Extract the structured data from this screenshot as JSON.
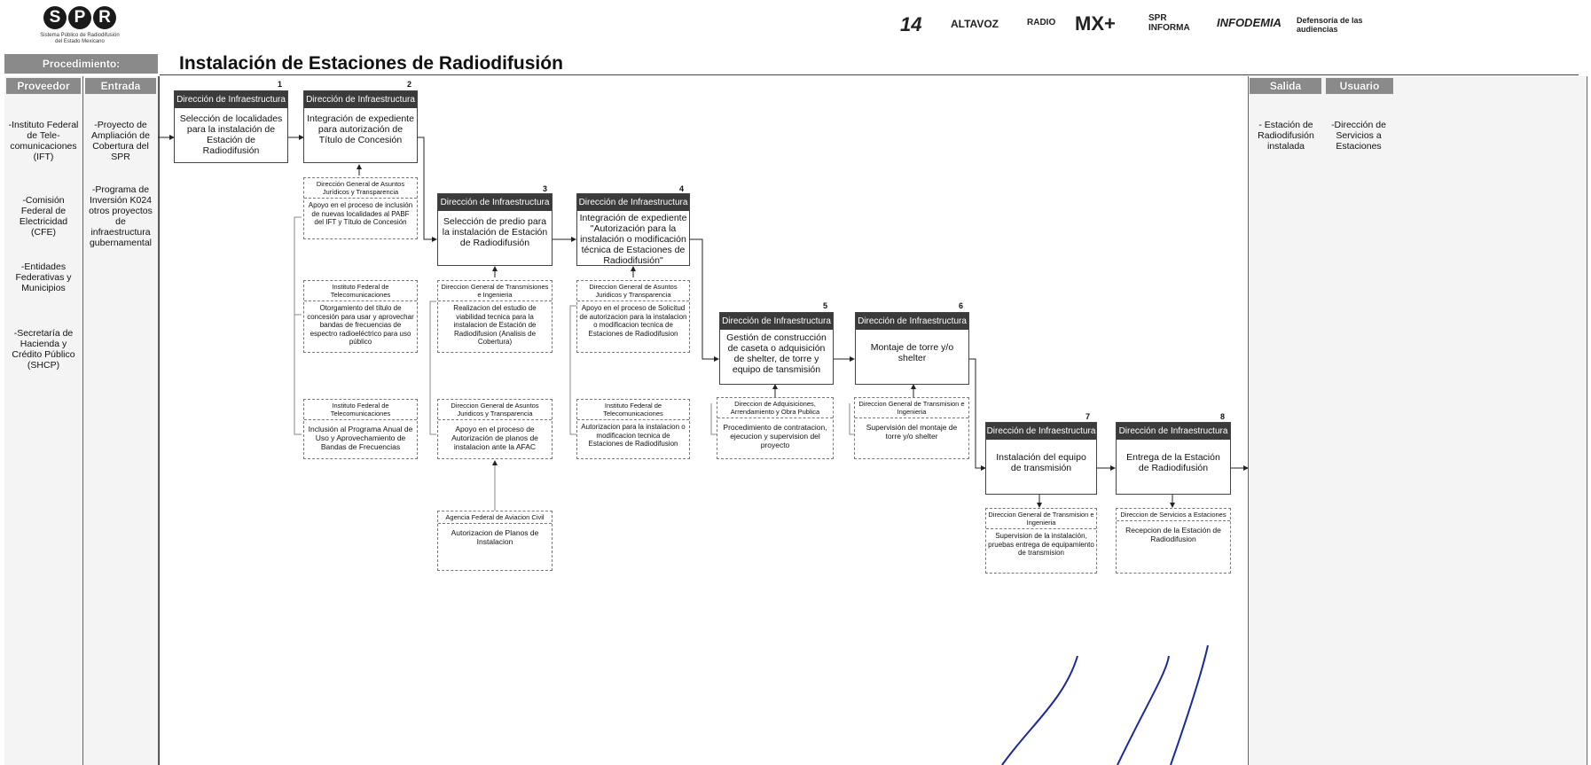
{
  "logo": {
    "letters": [
      "S",
      "P",
      "R"
    ],
    "caption_line1": "Sistema Público de Radiodifusión",
    "caption_line2": "del Estado Mexicano"
  },
  "partners": [
    "14",
    "ALTAVOZ",
    "RADIO",
    "MX+",
    "SPR INFORMA",
    "INFODEMIA",
    "Defensoría de las audiencias"
  ],
  "header": {
    "procedimiento_label": "Procedimiento:",
    "title": "Instalación de Estaciones de Radiodifusión",
    "proveedor_label": "Proveedor",
    "entrada_label": "Entrada",
    "salida_label": "Salida",
    "usuario_label": "Usuario"
  },
  "proveedores": [
    "-Instituto Federal de Tele-comunicaciones (IFT)",
    "-Comisión Federal de Electricidad (CFE)",
    "-Entidades Federativas y Municipios",
    "-Secretaría de Hacienda y Crédito Público (SHCP)"
  ],
  "entradas": [
    "-Proyecto de Ampliación de Cobertura del SPR",
    "-Programa de Inversión K024 otros proyectos de infraestructura gubernamental"
  ],
  "salida": "- Estación de Radiodifusión instalada",
  "usuario": "-Dirección de Servicios a Estaciones",
  "steps": [
    {
      "num": "1",
      "area": "Dirección de Infraestructura",
      "text": "Selección de localidades para la instalación de Estación de Radiodifusión"
    },
    {
      "num": "2",
      "area": "Dirección de Infraestructura",
      "text": "Integración de expediente para autorización de Título de Concesión"
    },
    {
      "num": "3",
      "area": "Dirección de Infraestructura",
      "text": "Selección de predio para la instalación de Estación de Radiodifusión"
    },
    {
      "num": "4",
      "area": "Dirección de Infraestructura",
      "text": "Integración de expediente \"Autorización para la instalación o modificación técnica de Estaciones de Radiodifusión\""
    },
    {
      "num": "5",
      "area": "Dirección de Infraestructura",
      "text": "Gestión de construcción de caseta o adquisición de shelter, de torre y equipo de tansmisión"
    },
    {
      "num": "6",
      "area": "Dirección de Infraestructura",
      "text": "Montaje de torre y/o shelter"
    },
    {
      "num": "7",
      "area": "Dirección de Infraestructura",
      "text": "Instalación del equipo de transmisión"
    },
    {
      "num": "8",
      "area": "Dirección de Infraestructura",
      "text": "Entrega de la Estación de Radiodifusión"
    }
  ],
  "supports": [
    {
      "area": "Dirección General de Asuntos Jurídicos y Transparencia",
      "text": "Apoyo en el proceso de inclusión de nuevas localidades al PABF del IFT y Título de Concesión"
    },
    {
      "area": "Instituto Federal de Telecomunicaciones",
      "text": "Otorgamiento del título de concesión para usar y aprovechar bandas de frecuencias de espectro radioeléctrico para uso público"
    },
    {
      "area": "Instituto Federal de Telecomunicaciones",
      "text": "Inclusión al Programa Anual de Uso y Aprovechamiento de Bandas de Frecuencias"
    },
    {
      "area": "Direccion General de Transmisiones e Ingenieria",
      "text": "Realizacion del estudio de viabilidad tecnica para la instalacion de Estación de Radiodifusion (Analisis de Cobertura)"
    },
    {
      "area": "Direccion General de Asuntos Juridicos y Transparencia",
      "text": "Apoyo en el proceso de Autorización de planos de instalacion ante la AFAC"
    },
    {
      "area": "Agencia Federal de Aviacion Civil",
      "text": "Autorizacion de Planos de Instalacion"
    },
    {
      "area": "Direccion General de Asuntos Juridicos y Transparencia",
      "text": "Apoyo en el proceso de Solicitud de autorizacion para la instalacion o modificacion tecnica de Estaciones de Radiodifusion"
    },
    {
      "area": "Instituto Federal de Telecomunicaciones",
      "text": "Autorizacion para la instalacion o modificacion tecnica de Estaciones de Radiodifusion"
    },
    {
      "area": "Direccion de Adquisiciones, Arrendamiento y Obra Publica",
      "text": "Procedimiento de contratacion, ejecucion y supervision del proyecto"
    },
    {
      "area": "Direccion General de Transmision e Ingenieria",
      "text": "Supervisión del montaje de torre y/o shelter"
    },
    {
      "area": "Direccion General de Transmision e Ingenieria",
      "text": "Supervision de la instalación, pruebas entrega de equipamiento de transmision"
    },
    {
      "area": "Direccion de Servicios a Estaciones",
      "text": "Recepcion de la Estación de Radiodifusion"
    }
  ]
}
